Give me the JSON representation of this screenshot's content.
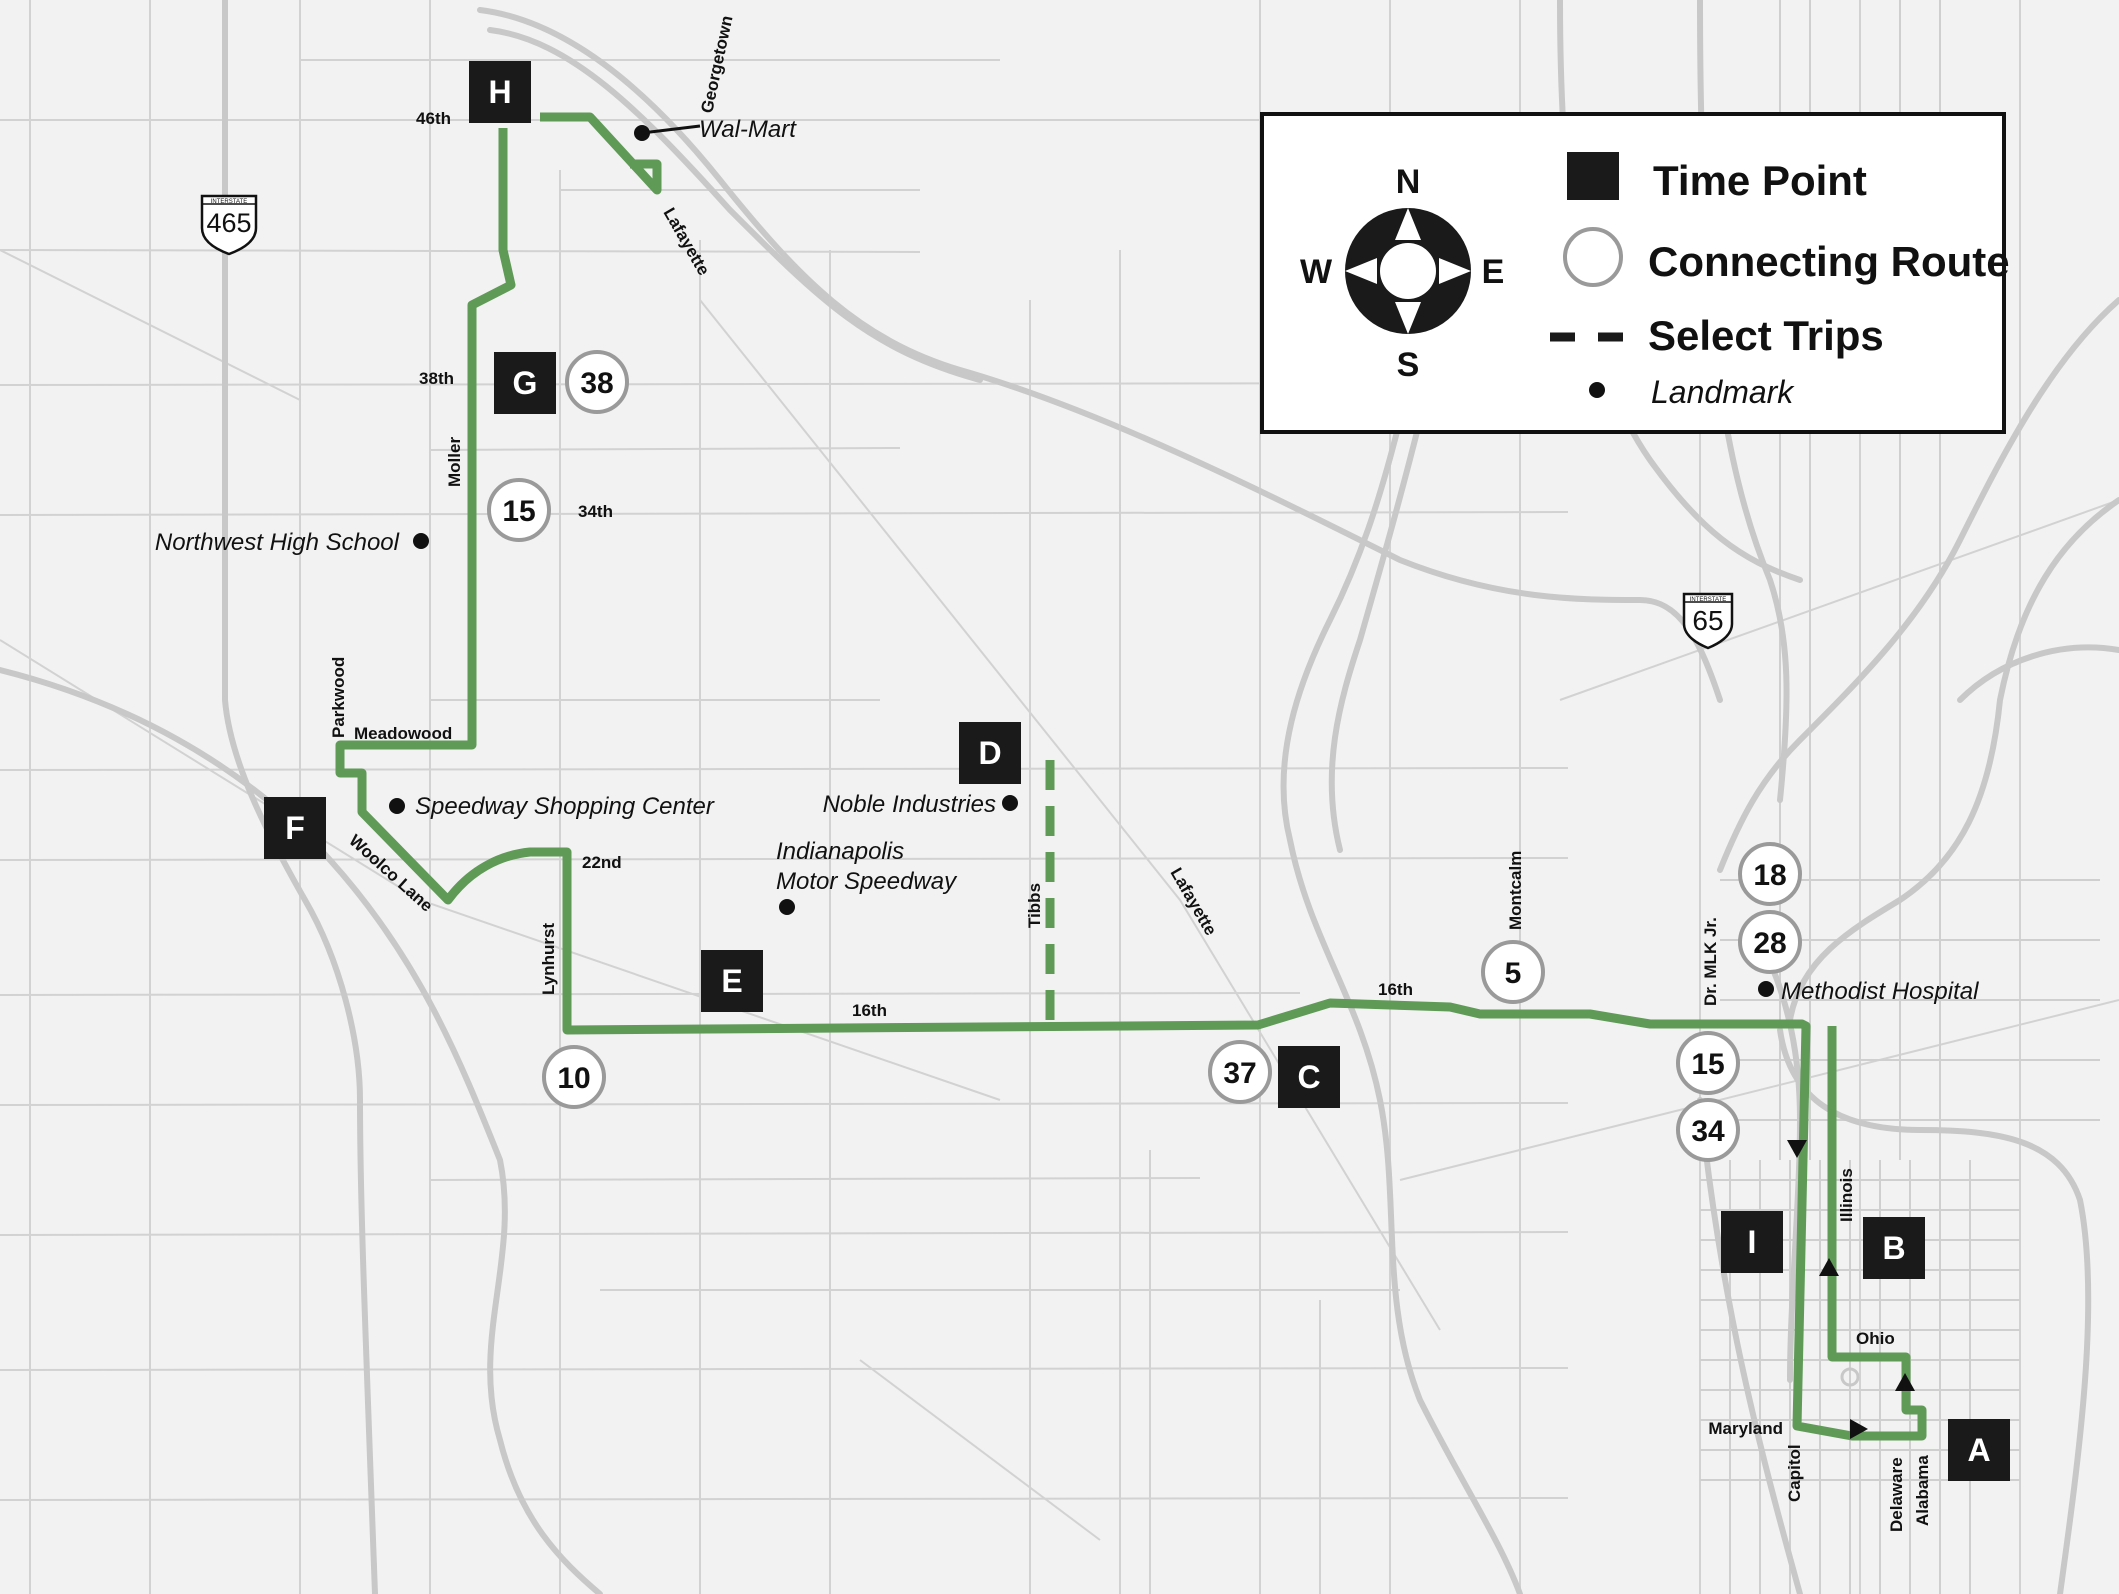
{
  "colors": {
    "route": "#5f9a57",
    "background": "#f2f2f2",
    "street": "#d2d2d2",
    "highway": "#c4c4c4",
    "time_point": "#1a1a1a",
    "connecting_stroke": "#9a9a9a"
  },
  "legend": {
    "time_point": "Time Point",
    "connecting_route": "Connecting Route",
    "select_trips": "Select Trips",
    "landmark": "Landmark",
    "compass": {
      "n": "N",
      "s": "S",
      "e": "E",
      "w": "W"
    }
  },
  "shields": [
    {
      "id": "i465",
      "top": "INTERSTATE",
      "number": "465"
    },
    {
      "id": "i65",
      "top": "INTERSTATE",
      "number": "65"
    }
  ],
  "time_points": [
    "H",
    "G",
    "F",
    "E",
    "D",
    "C",
    "I",
    "B",
    "A"
  ],
  "connecting_routes": [
    "38",
    "15",
    "10",
    "37",
    "5",
    "18",
    "28",
    "15",
    "34"
  ],
  "streets": [
    "46th",
    "38th",
    "34th",
    "Moller",
    "Georgetown",
    "Lafayette",
    "Parkwood",
    "Meadowood",
    "Woolco Lane",
    "22nd",
    "Lynhurst",
    "16th",
    "Tibbs",
    "Lafayette",
    "Montcalm",
    "16th",
    "Dr. MLK Jr.",
    "Illinois",
    "Ohio",
    "Maryland",
    "Capitol",
    "Delaware",
    "Alabama"
  ],
  "landmarks": [
    "Wal-Mart",
    "Northwest High School",
    "Speedway Shopping Center",
    "Noble Industries",
    "Indianapolis",
    "Motor Speedway",
    "Methodist Hospital"
  ]
}
